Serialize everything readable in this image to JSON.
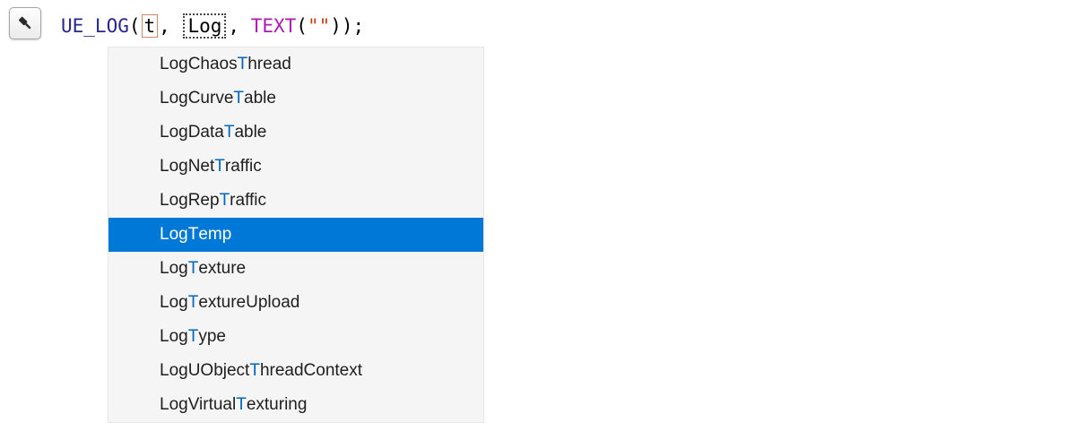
{
  "toolbar": {
    "quick_action_icon": "hammer-icon"
  },
  "code_line": {
    "macro": "UE_LOG",
    "open_paren": "(",
    "typed_text": "t",
    "separator1": ", ",
    "placeholder": "Log",
    "separator2": ", ",
    "text_macro": "TEXT",
    "open_paren2": "(",
    "string_literal": "\"\"",
    "close_parens": "))",
    "semicolon": ";"
  },
  "completion_list": {
    "selected_index": 5,
    "selected_label": "LogTemp",
    "items": [
      {
        "label": "LogChaosThread",
        "pre": "LogChaos",
        "match": "T",
        "post": "hread",
        "selected": false
      },
      {
        "label": "LogCurveTable",
        "pre": "LogCurve",
        "match": "T",
        "post": "able",
        "selected": false
      },
      {
        "label": "LogDataTable",
        "pre": "LogData",
        "match": "T",
        "post": "able",
        "selected": false
      },
      {
        "label": "LogNetTraffic",
        "pre": "LogNet",
        "match": "T",
        "post": "raffic",
        "selected": false
      },
      {
        "label": "LogRepTraffic",
        "pre": "LogRep",
        "match": "T",
        "post": "raffic",
        "selected": false
      },
      {
        "label": "LogTemp",
        "pre": "Log",
        "match": "T",
        "post": "emp",
        "selected": true
      },
      {
        "label": "LogTexture",
        "pre": "Log",
        "match": "T",
        "post": "exture",
        "selected": false
      },
      {
        "label": "LogTextureUpload",
        "pre": "Log",
        "match": "T",
        "post": "extureUpload",
        "selected": false
      },
      {
        "label": "LogType",
        "pre": "Log",
        "match": "T",
        "post": "ype",
        "selected": false
      },
      {
        "label": "LogUObjectThreadContext",
        "pre": "LogUObject",
        "match": "T",
        "post": "hreadContext",
        "selected": false
      },
      {
        "label": "LogVirtualTexturing",
        "pre": "LogVirtual",
        "match": "T",
        "post": "exturing",
        "selected": false
      }
    ]
  },
  "colors": {
    "selection_background": "#0078d7",
    "match_highlight": "#0066c0",
    "macro_color": "#262691",
    "text_macro_color": "#af19af",
    "string_color": "#c94117",
    "panel_background": "#f5f5f5"
  }
}
